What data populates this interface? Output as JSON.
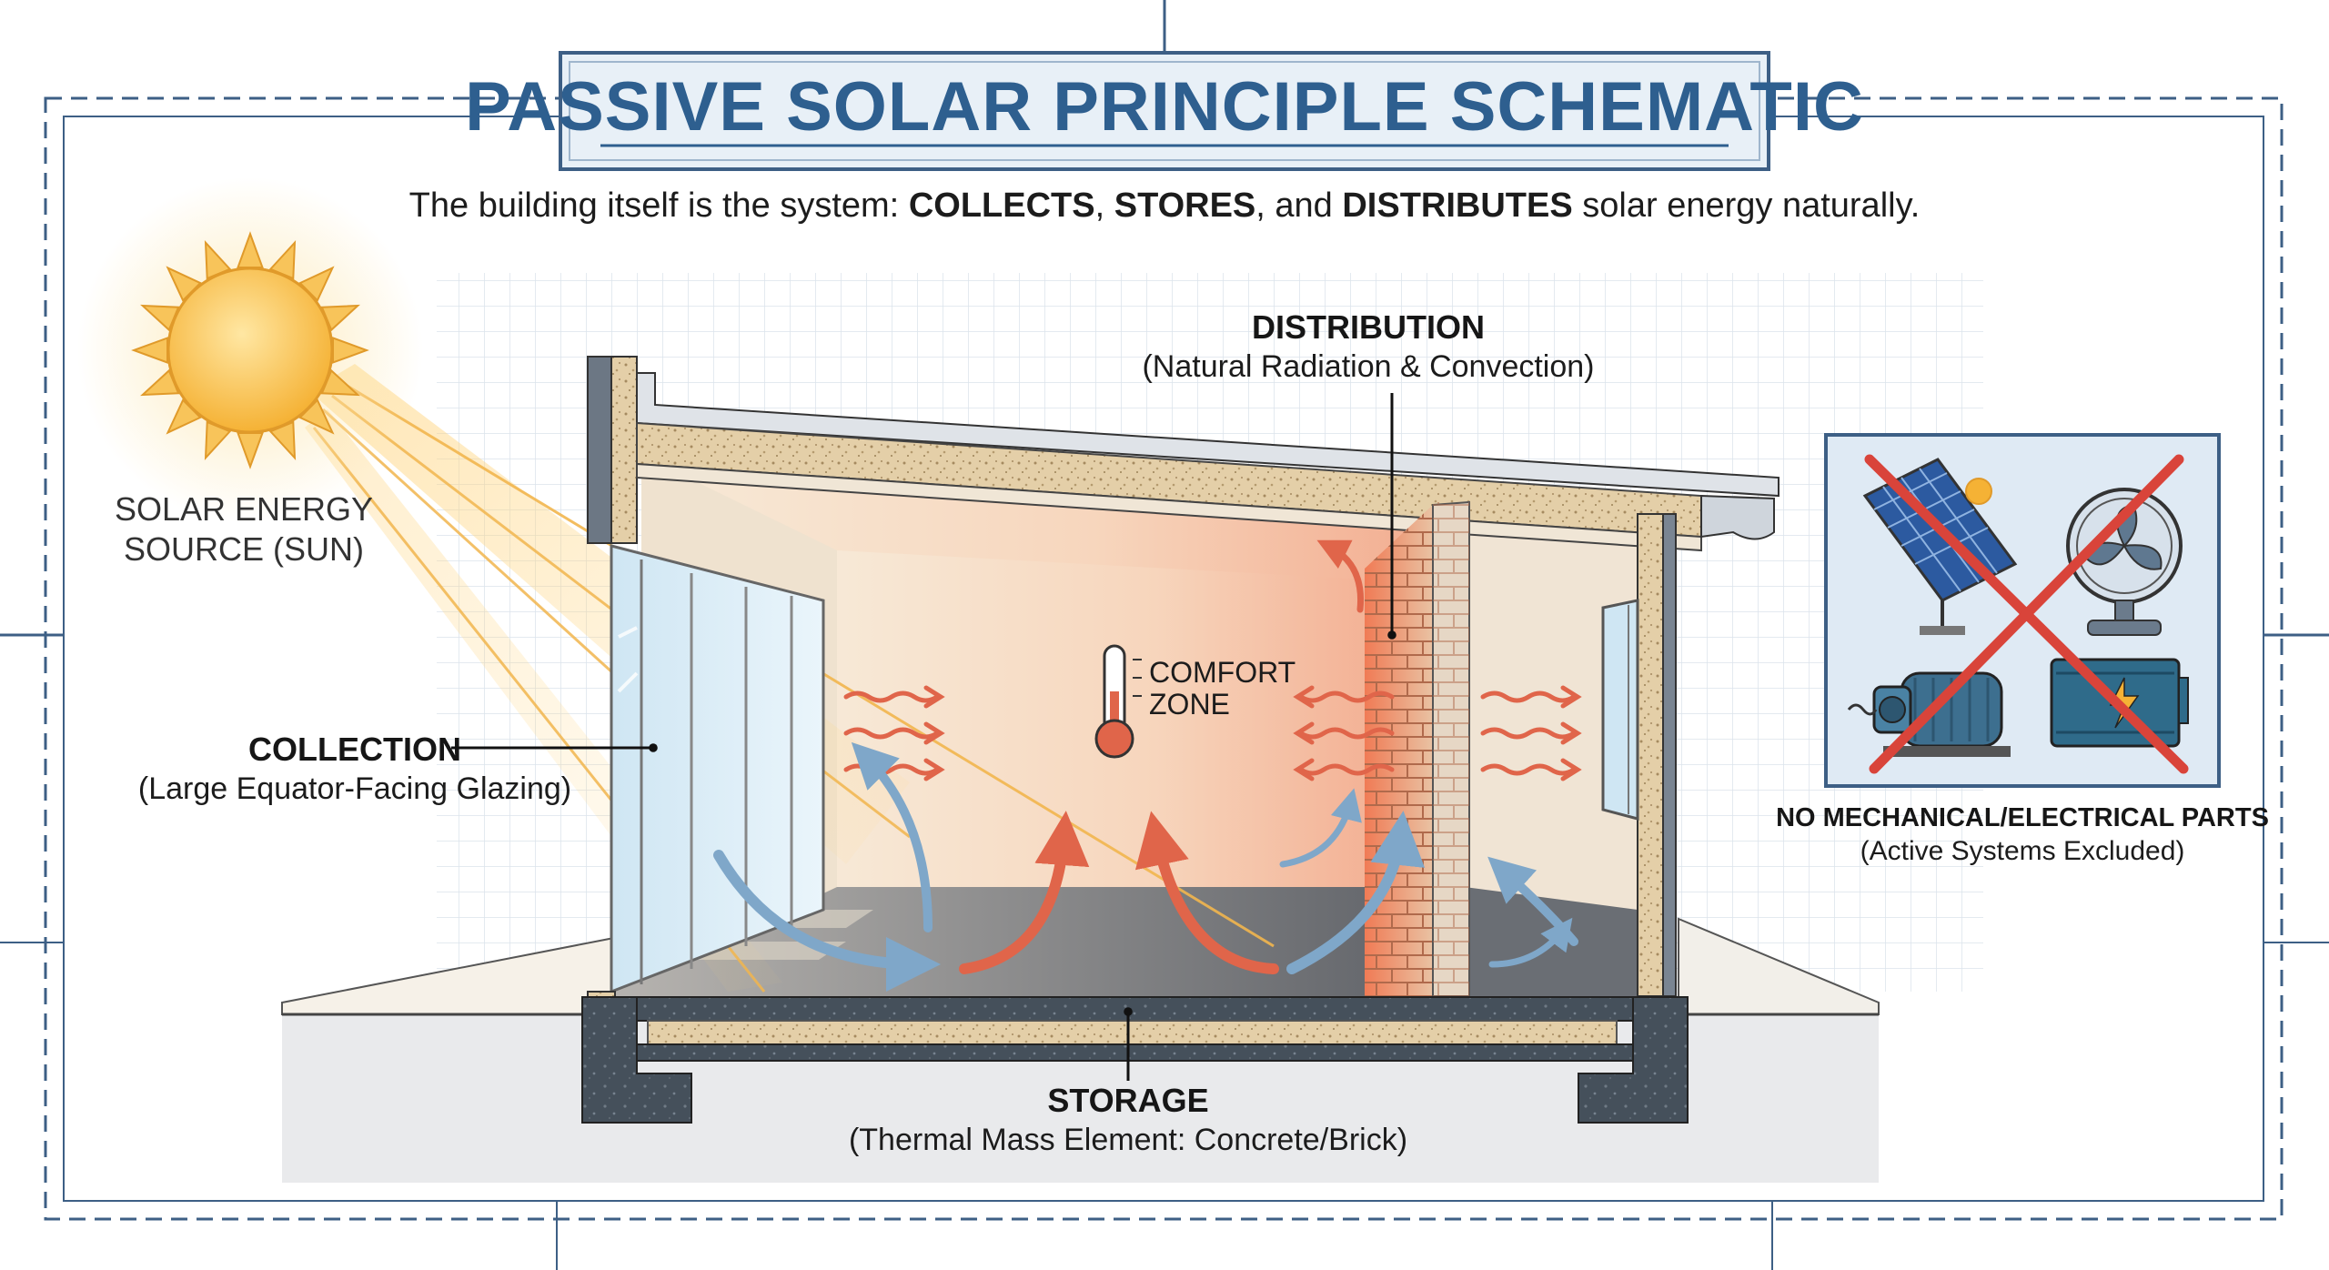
{
  "title": "PASSIVE SOLAR PRINCIPLE SCHEMATIC",
  "subtitle": {
    "t1": "The building itself is the system: ",
    "collects": "COLLECTS",
    "t2": ", ",
    "stores": "STORES",
    "t3": ", and ",
    "distributes": "DISTRIBUTES",
    "t4": " solar energy naturally."
  },
  "sun": {
    "line1": "SOLAR ENERGY",
    "line2": "SOURCE (SUN)"
  },
  "collection": {
    "heading": "COLLECTION",
    "detail": "(Large Equator-Facing Glazing)"
  },
  "distribution": {
    "heading": "DISTRIBUTION",
    "detail": "(Natural Radiation & Convection)"
  },
  "storage": {
    "heading": "STORAGE",
    "detail": "(Thermal Mass Element: Concrete/Brick)"
  },
  "comfort": {
    "line1": "COMFORT",
    "line2": "ZONE"
  },
  "excluded": {
    "heading": "NO MECHANICAL/ELECTRICAL PARTS",
    "detail": "(Active Systems Excluded)"
  },
  "icons": [
    "sun-icon",
    "solar-panel-icon",
    "fan-icon",
    "pump-icon",
    "battery-icon",
    "thermometer-icon"
  ],
  "colors": {
    "title_blue": "#2e5f8f",
    "blueprint_line": "#3d5f85",
    "sun": "#f5b235",
    "warm_arrow": "#e0654a",
    "cool_arrow": "#7fa7c9",
    "prohibit_red": "#d9443a"
  }
}
